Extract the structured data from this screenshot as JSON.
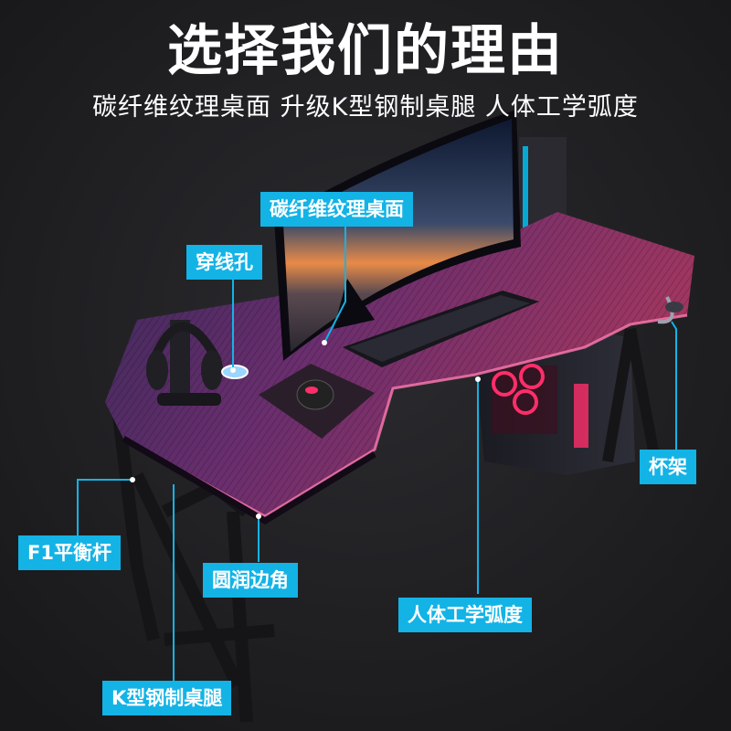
{
  "heading": {
    "title": "选择我们的理由",
    "subtitle": "碳纤维纹理桌面  升级K型钢制桌腿  人体工学弧度"
  },
  "labels": {
    "desktop_texture": "碳纤维纹理桌面",
    "cable_hole": "穿线孔",
    "cup_holder": "杯架",
    "balance_bar": "F1平衡杆",
    "rounded_corner": "圆润边角",
    "ergonomic_curve": "人体工学弧度",
    "k_legs": "K型钢制桌腿"
  },
  "colors": {
    "background": "#1b1b1d",
    "tag": "#13b3e6",
    "leader_line": "#13b3e6",
    "desk_surface": "#5a2a6e",
    "desk_glow": "#ff3d8b"
  }
}
